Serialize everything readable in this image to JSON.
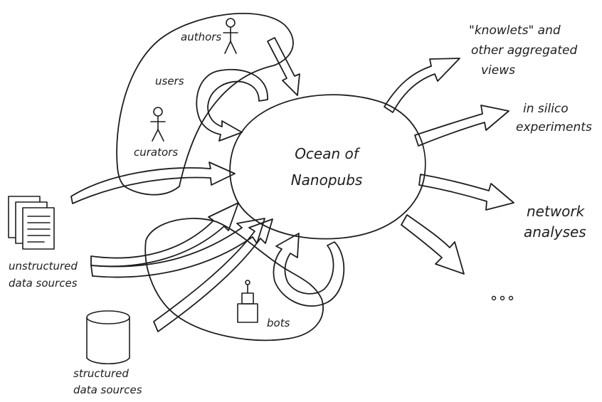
{
  "center": {
    "line1": "Ocean of",
    "line2": "Nanopubs"
  },
  "people": {
    "authors": "authors",
    "users": "users",
    "curators": "curators",
    "bots": "bots"
  },
  "inputs": {
    "unstructured_line1": "unstructured",
    "unstructured_line2": "data sources",
    "structured_line1": "structured",
    "structured_line2": "data sources"
  },
  "outputs": {
    "knowlets_line1": "\"knowlets\" and",
    "knowlets_line2": "other aggregated",
    "knowlets_line3": "views",
    "insilico_line1": "in silico",
    "insilico_line2": "experiments",
    "network_line1": "network",
    "network_line2": "analyses",
    "more": "..."
  },
  "style": {
    "ink": "#1e1e1e",
    "paper": "#ffffff"
  }
}
